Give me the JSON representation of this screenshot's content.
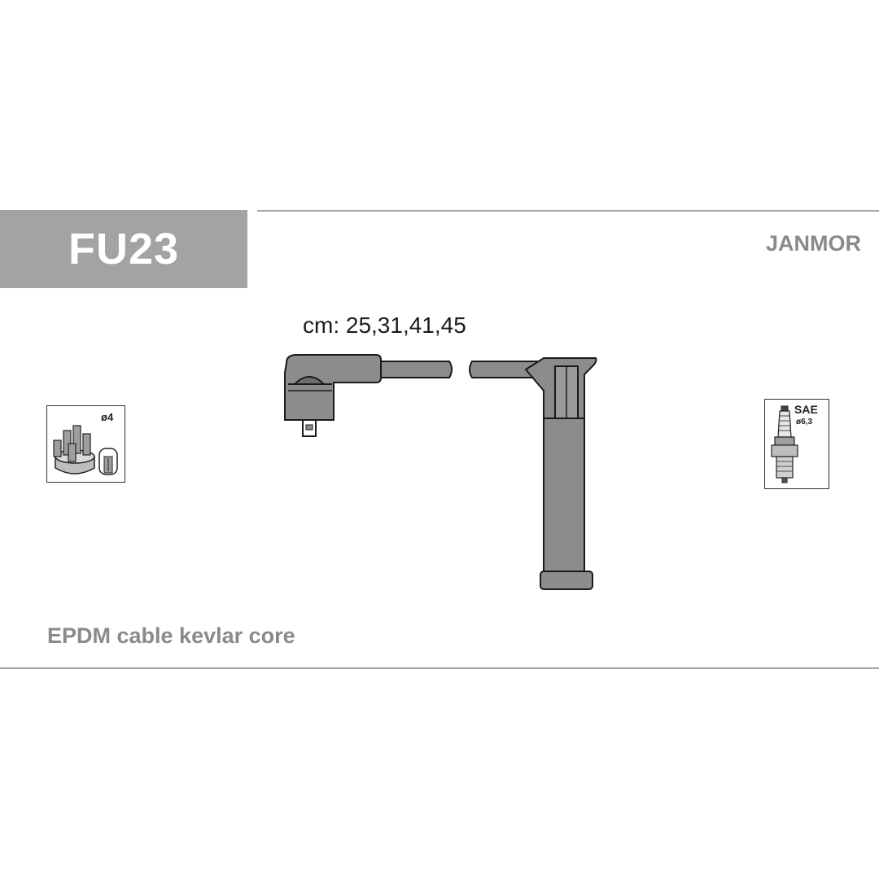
{
  "header": {
    "product_code": "FU23",
    "brand": "JANMOR"
  },
  "lengths_label": "cm: 25,31,41,45",
  "material_label": "EPDM cable kevlar core",
  "distributor_icon": {
    "icon": "distributor-cap-icon",
    "diameter_label": "ø4"
  },
  "spark_plug_icon": {
    "icon": "spark-plug-icon",
    "type_label": "SAE",
    "diameter_label": "ø6,3"
  },
  "colors": {
    "header_box": "#a3a3a3",
    "label_gray": "#8a8a8a",
    "cable_fill": "#8c8c8c",
    "outline": "#1a1a1a"
  }
}
